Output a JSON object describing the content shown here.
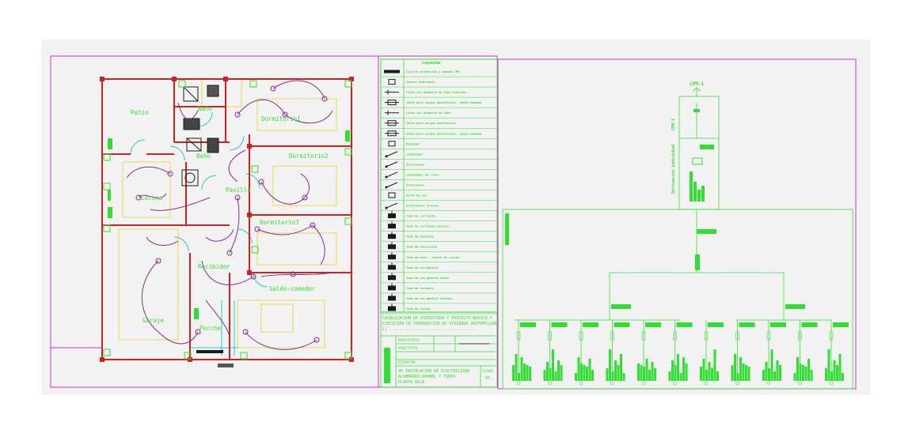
{
  "colors": {
    "background": "#f2f2f2",
    "frame": "#cc33cc",
    "walls": "#cc2222",
    "green": "#33dd33",
    "cyan": "#22cccc",
    "yellow": "#e6d84a",
    "purple": "#8a2b8a",
    "text": "#1a1a1a"
  },
  "plan": {
    "rooms": {
      "patio": "Patio",
      "bano1": "Baño",
      "bano2": "Baño",
      "dormitorio1": "Dormitorio1",
      "dormitorio2": "Dormitorio2",
      "dormitorio3": "Dormitorio3",
      "cocina": "Cocina",
      "pasillo": "Pasillo",
      "recibidor": "Recibidor",
      "salon": "Salón-comedor",
      "garaje": "Garaje",
      "porche": "Porche"
    }
  },
  "legend": {
    "title": "Leyenda",
    "items": [
      {
        "icon": "main-line-icon",
        "text": "Caja de protección y medida CPM"
      },
      {
        "icon": "switch-box-icon",
        "text": "Cuadro individual"
      },
      {
        "icon": "derivation-line-icon",
        "text": "Línea con diámetro de tubo indicado"
      },
      {
        "icon": "junction-box-icon",
        "text": "Cable para cargas monofásicas, según esquema"
      },
      {
        "icon": "derivation-line-icon",
        "text": "Línea con diámetro de tubo"
      },
      {
        "icon": "junction-box-icon",
        "text": "Cable para cargas monofásicas"
      },
      {
        "icon": "junction-box-icon",
        "text": "Cable para cargas monofásicas, según esquema"
      },
      {
        "icon": "pushbutton-icon",
        "text": "Pulsador"
      },
      {
        "icon": "switch-icon",
        "text": "Conmutador"
      },
      {
        "icon": "switch-icon",
        "text": "Interruptor"
      },
      {
        "icon": "switch-icon",
        "text": "Conmutador de cruce"
      },
      {
        "icon": "switch-icon",
        "text": "Interruptor"
      },
      {
        "icon": "light-point-icon",
        "text": "Punto de luz"
      },
      {
        "icon": "switch-icon",
        "text": "Interruptor estanco"
      },
      {
        "icon": "socket-icon",
        "text": "Toma de corriente"
      },
      {
        "icon": "socket-icon",
        "text": "Toma de corriente estanca"
      },
      {
        "icon": "socket-icon",
        "text": "Toma de teléfono"
      },
      {
        "icon": "socket-icon",
        "text": "Toma de televisión"
      },
      {
        "icon": "socket-icon",
        "text": "Toma de baño / cuarto de cocina"
      },
      {
        "icon": "socket-icon",
        "text": "Toma de uso general"
      },
      {
        "icon": "socket-icon",
        "text": "Toma de uso general doble"
      },
      {
        "icon": "socket-icon",
        "text": "Toma de lavadora"
      },
      {
        "icon": "socket-icon",
        "text": "Toma de uso general estanca"
      },
      {
        "icon": "socket-icon",
        "text": "Toma de cocina"
      }
    ]
  },
  "title_block": {
    "project_lines": [
      "LEGALIZACIÓN DE ESTRUCTURA Y PROYECTO BÁSICO Y",
      "EJECUCIÓN DE TERMINACIÓN DE VIVIENDA UNIFAMILIAR",
      "C/ ...................................."
    ],
    "rows": [
      {
        "label": "PROPIETARIO",
        "value": ""
      },
      {
        "label": "ARQUITECTO",
        "value": ""
      },
      {
        "label": "SITUACIÓN",
        "value": ""
      }
    ],
    "drawing_title": [
      "06 INSTALACIÓN DE ELECTRICIDAD",
      "ALUMBRADO NORMAL Y TOMAS",
      "PLANTA BAJA"
    ],
    "sheet_label": "PLANO",
    "sheet_number": "05"
  },
  "diagram": {
    "cpm_label": "CPM-1",
    "cpm_side_label": "CPM-1",
    "derivation_label": "Derivación individual",
    "circuit_count": 11
  }
}
